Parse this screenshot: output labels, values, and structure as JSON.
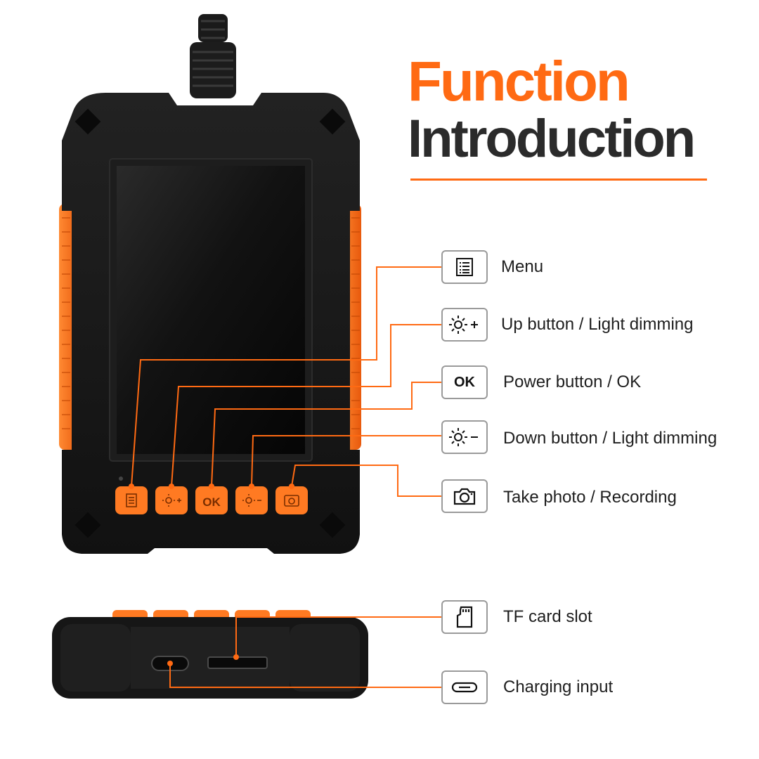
{
  "heading": {
    "line1": "Function",
    "line2": "Introduction"
  },
  "features": [
    {
      "icon": "menu-icon",
      "label": "Menu"
    },
    {
      "icon": "brightness-up-icon",
      "label": "Up button / Light dimming"
    },
    {
      "icon": "ok-text-icon",
      "icon_text": "OK",
      "label": "Power button / OK"
    },
    {
      "icon": "brightness-down-icon",
      "label": "Down button / Light dimming"
    },
    {
      "icon": "camera-icon",
      "label": "Take photo / Recording"
    },
    {
      "icon": "sd-card-icon",
      "label": "TF card slot"
    },
    {
      "icon": "usb-c-icon",
      "label": "Charging input"
    }
  ],
  "device_buttons": [
    "menu",
    "brightness-up",
    "OK",
    "brightness-down",
    "camera"
  ],
  "colors": {
    "accent": "#ff6a13",
    "body": "#151515",
    "text": "#2b2b2b"
  }
}
